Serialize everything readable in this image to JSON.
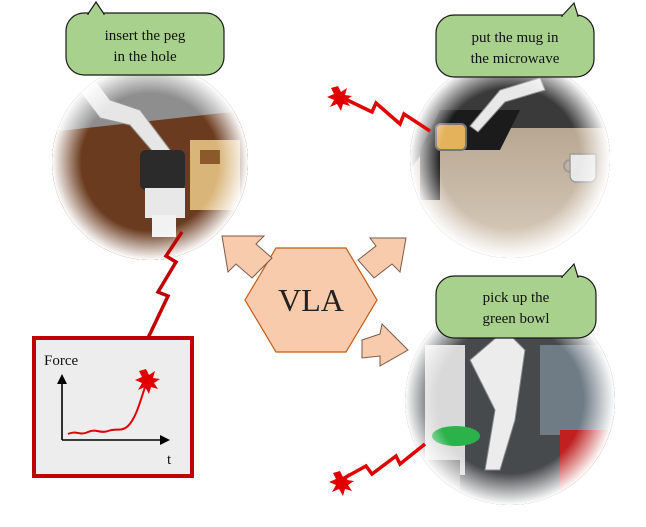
{
  "hub": {
    "label": "VLA"
  },
  "tasks": [
    {
      "line1": "insert the peg",
      "line2": "in the hole"
    },
    {
      "line1": "put the mug in",
      "line2": "the microwave"
    },
    {
      "line1": "pick up the",
      "line2": "green bowl"
    }
  ],
  "force_plot": {
    "ylabel": "Force",
    "xlabel": "t"
  },
  "colors": {
    "bubble_fill": "#a9d18e",
    "hub_fill": "#f8cbad",
    "hub_stroke": "#c55a11",
    "alert_red": "#e00000",
    "plot_border": "#c00000",
    "plot_bg": "#ededed"
  },
  "icons": [
    "collision-burst-icon",
    "lightning-bolt-icon",
    "speech-bubble-icon"
  ]
}
